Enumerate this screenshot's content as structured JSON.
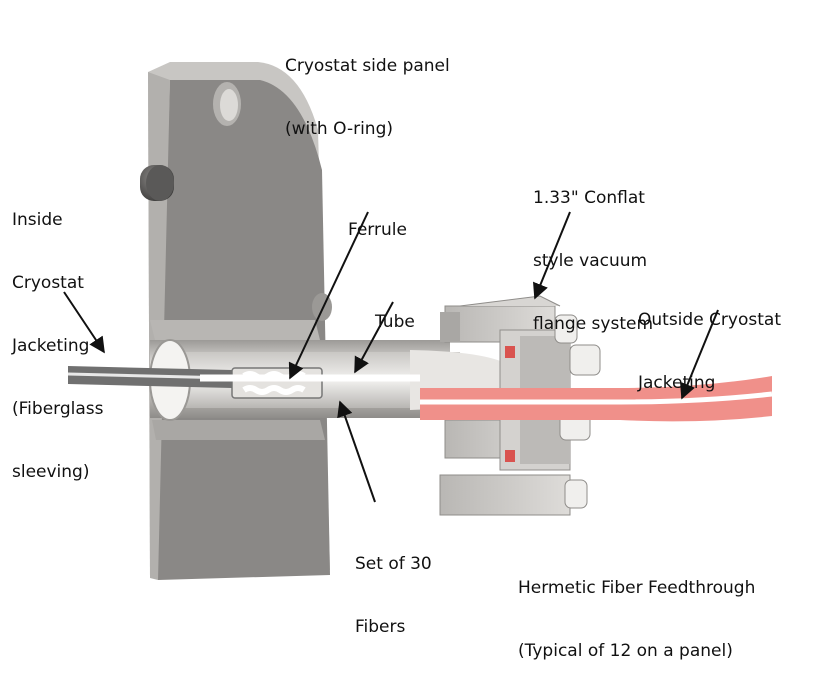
{
  "labels": {
    "side_panel": [
      "Cryostat side panel",
      "(with O-ring)"
    ],
    "inside_jacketing": [
      "Inside",
      "Cryostat",
      "Jacketing",
      "(Fiberglass",
      "sleeving)"
    ],
    "ferrule": [
      "Ferrule"
    ],
    "tube": [
      "Tube"
    ],
    "conflat": [
      "1.33\" Conflat",
      "style vacuum",
      "flange system"
    ],
    "outside_jacketing": [
      "Outside Cryostat",
      "Jacketing"
    ],
    "fibers": [
      "Set of 30",
      "Fibers"
    ],
    "feedthrough": [
      "Hermetic Fiber Feedthrough",
      "(Typical of 12 on a panel)"
    ]
  },
  "colors": {
    "panel_face": "#8a8886",
    "panel_edge": "#c8c6c3",
    "tube_metal": "#cfcdca",
    "jacket_outside": "#f0908a",
    "jacket_inside": "#707070",
    "oring": "#d9534f"
  }
}
